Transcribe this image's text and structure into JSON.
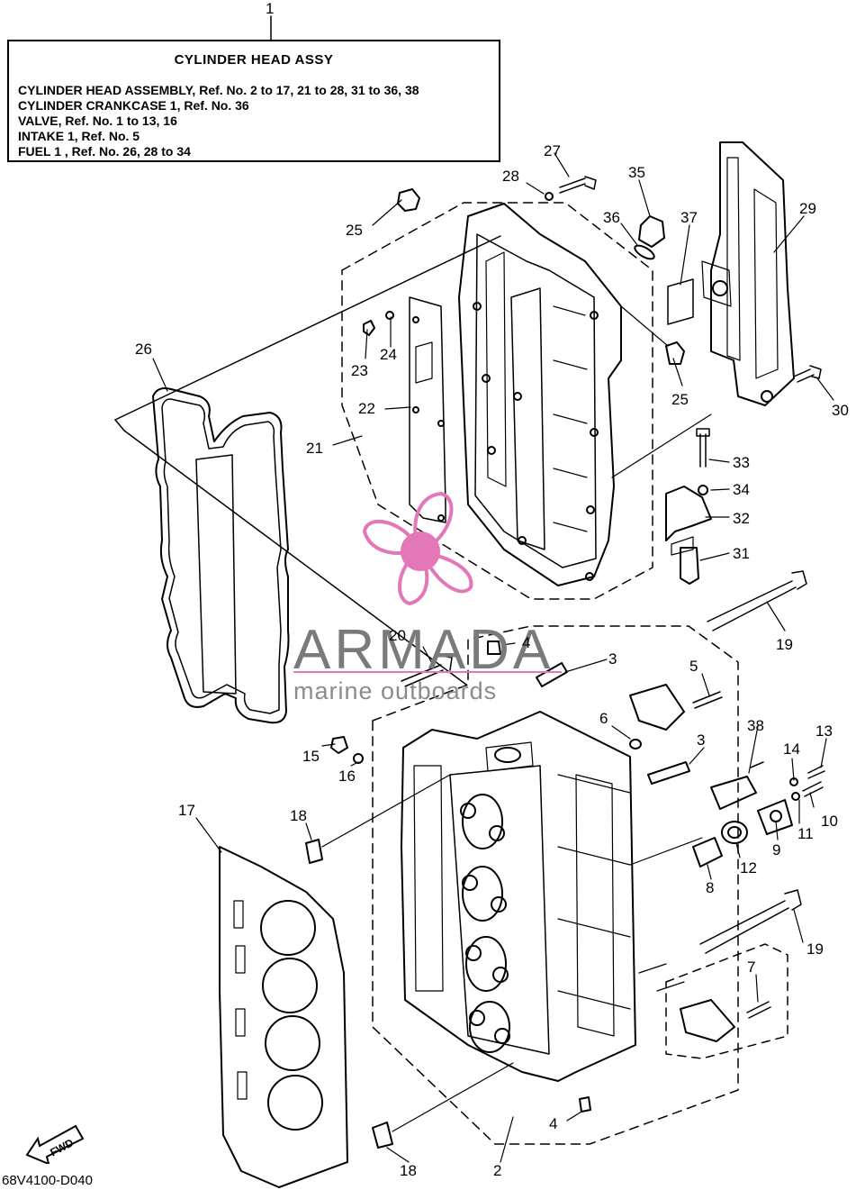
{
  "title_callout": "1",
  "info_box": {
    "title": "CYLINDER HEAD ASSY",
    "lines": [
      "CYLINDER HEAD ASSEMBLY, Ref. No. 2 to 17, 21 to 28, 31 to 36, 38",
      "CYLINDER CRANKCASE 1, Ref. No. 36",
      "VALVE,  Ref. No. 1 to 13, 16",
      "INTAKE 1, Ref. No. 5",
      "FUEL 1 ,  Ref. No. 26, 28 to 34"
    ]
  },
  "watermark": {
    "brand": "ARMADA",
    "tagline": "marine outboards",
    "accent_color": "#e377b7"
  },
  "fwd_label": "FWD",
  "diagram_code": "68V4100-D040",
  "callouts": [
    "27",
    "28",
    "35",
    "36",
    "37",
    "29",
    "25",
    "26",
    "24",
    "23",
    "22",
    "21",
    "25",
    "30",
    "33",
    "34",
    "32",
    "31",
    "19",
    "20",
    "4",
    "3",
    "5",
    "6",
    "15",
    "16",
    "38",
    "14",
    "13",
    "3",
    "18",
    "17",
    "12",
    "11",
    "10",
    "9",
    "8",
    "19",
    "7",
    "4",
    "18",
    "2"
  ]
}
